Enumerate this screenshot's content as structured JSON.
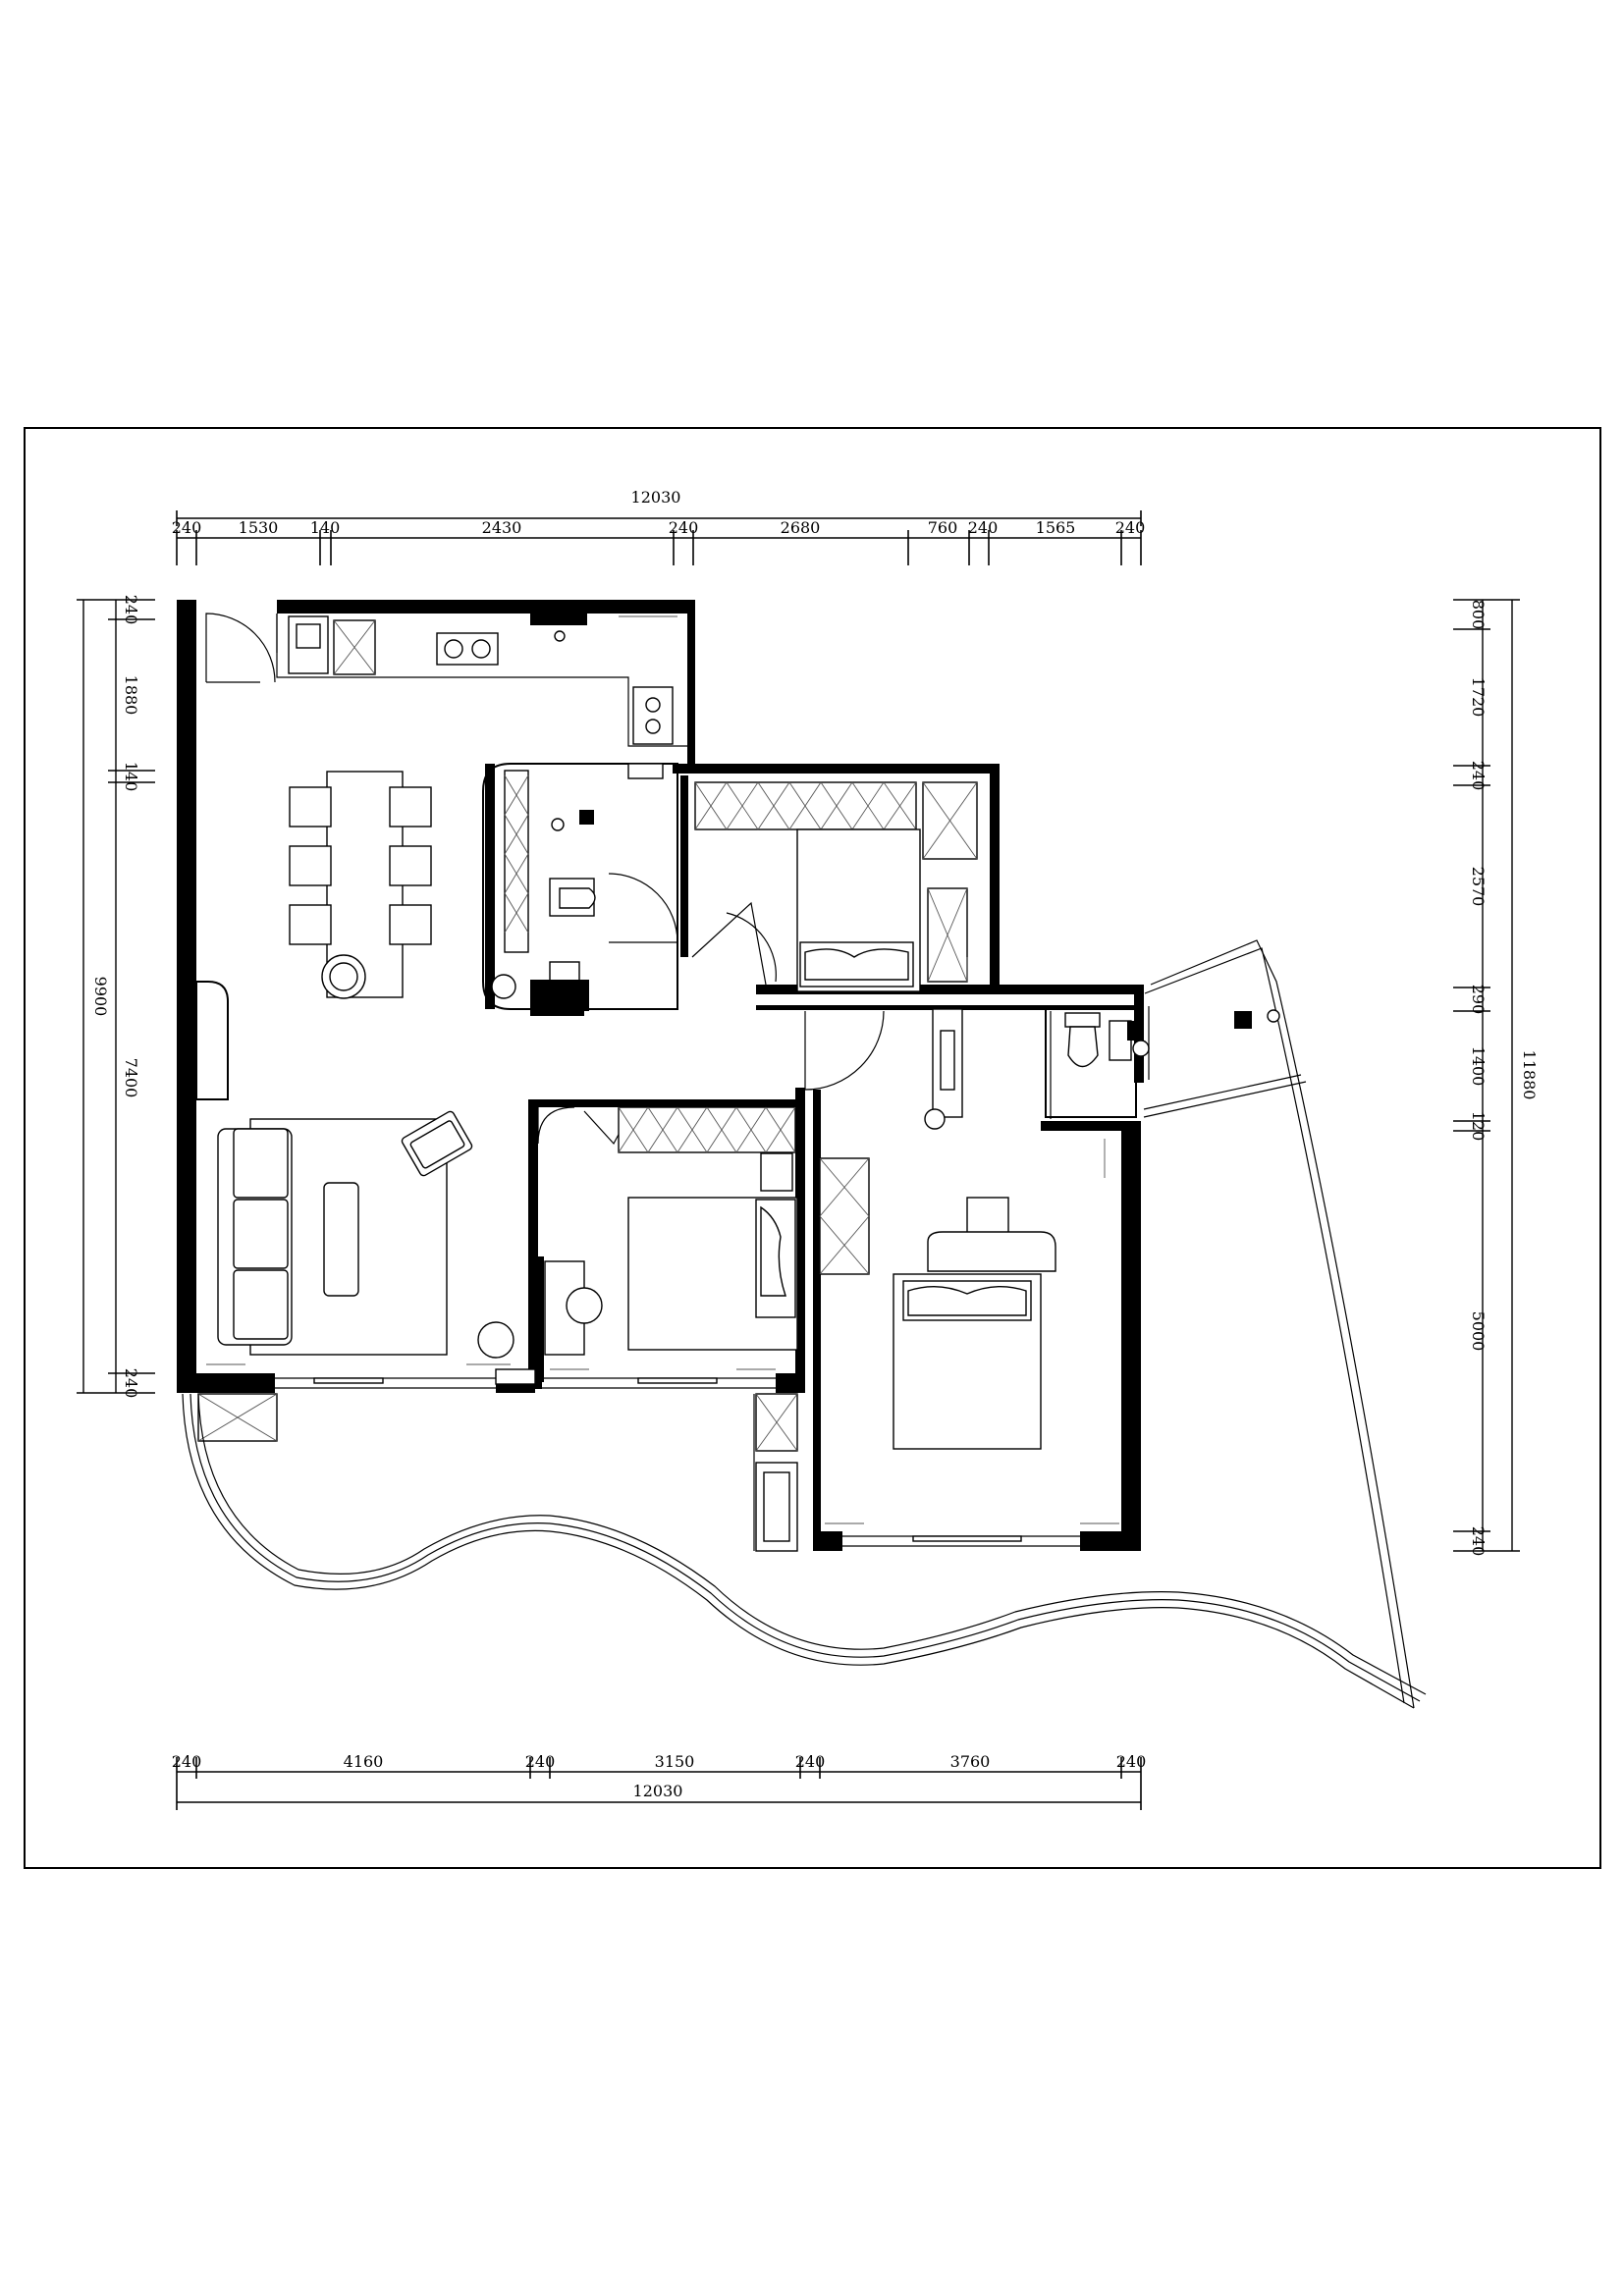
{
  "drawing": {
    "dimensions": {
      "top_total": "12030",
      "top_segments": [
        "240",
        "1530",
        "140",
        "2430",
        "240",
        "2680",
        "760",
        "240",
        "1565",
        "240"
      ],
      "bottom_total": "12030",
      "bottom_segments": [
        "240",
        "4160",
        "240",
        "3150",
        "240",
        "3760",
        "240"
      ],
      "left_total": "9900",
      "left_segments": [
        "240",
        "1880",
        "140",
        "7400",
        "240"
      ],
      "right_total": "11880",
      "right_segments": [
        "800",
        "1720",
        "240",
        "2570",
        "290",
        "1400",
        "120",
        "5000",
        "240"
      ]
    }
  }
}
